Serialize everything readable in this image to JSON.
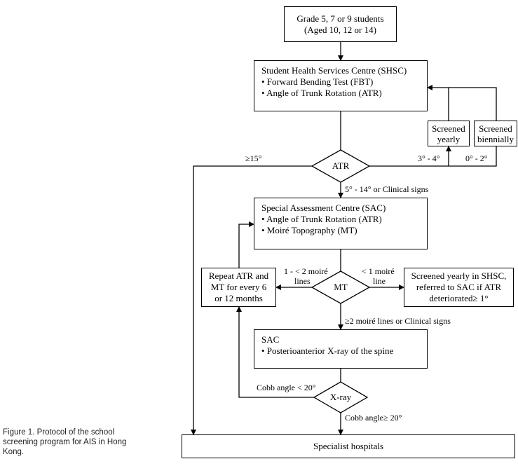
{
  "nodes": {
    "start": {
      "line1": "Grade 5, 7 or 9 students",
      "line2": "(Aged 10, 12 or 14)"
    },
    "shsc": {
      "title": "Student Health Services Centre (SHSC)",
      "items": [
        "• Forward Bending Test (FBT)",
        "• Angle of Trunk Rotation (ATR)"
      ]
    },
    "screened_yearly": {
      "line1": "Screened",
      "line2": "yearly"
    },
    "screened_biennially": {
      "line1": "Screened",
      "line2": "biennially"
    },
    "atr_decision": "ATR",
    "sac1": {
      "title": "Special Assessment Centre (SAC)",
      "items": [
        "• Angle of Trunk Rotation (ATR)",
        "• Moiré Topography (MT)"
      ]
    },
    "repeat": {
      "line1": "Repeat ATR and",
      "line2": "MT for every 6",
      "line3": "or 12 months"
    },
    "mt_decision": "MT",
    "screened_shsc": {
      "line1": "Screened yearly in SHSC,",
      "line2": "referred to SAC if ATR",
      "line3": "deteriorated≥ 1°"
    },
    "sac2": {
      "title": "SAC",
      "items": [
        "• Posterioanterior X-ray of the spine"
      ]
    },
    "xray_decision": "X-ray",
    "specialist": "Specialist hospitals"
  },
  "edge_labels": {
    "ge15": "≥15°",
    "deg34": "3° - 4°",
    "deg02": "0° - 2°",
    "deg514": "5° - 14° or Clinical signs",
    "moire_1_2_a": "1 - < 2 moiré",
    "moire_1_2_b": "lines",
    "moire_lt1_a": "< 1 moiré",
    "moire_lt1_b": "line",
    "moire_ge2": "≥2 moiré lines or Clinical signs",
    "cobb_lt20": "Cobb angle < 20°",
    "cobb_ge20": "Cobb angle≥ 20°"
  },
  "caption": "Figure 1. Protocol of the school screening program for AIS in Hong Kong."
}
